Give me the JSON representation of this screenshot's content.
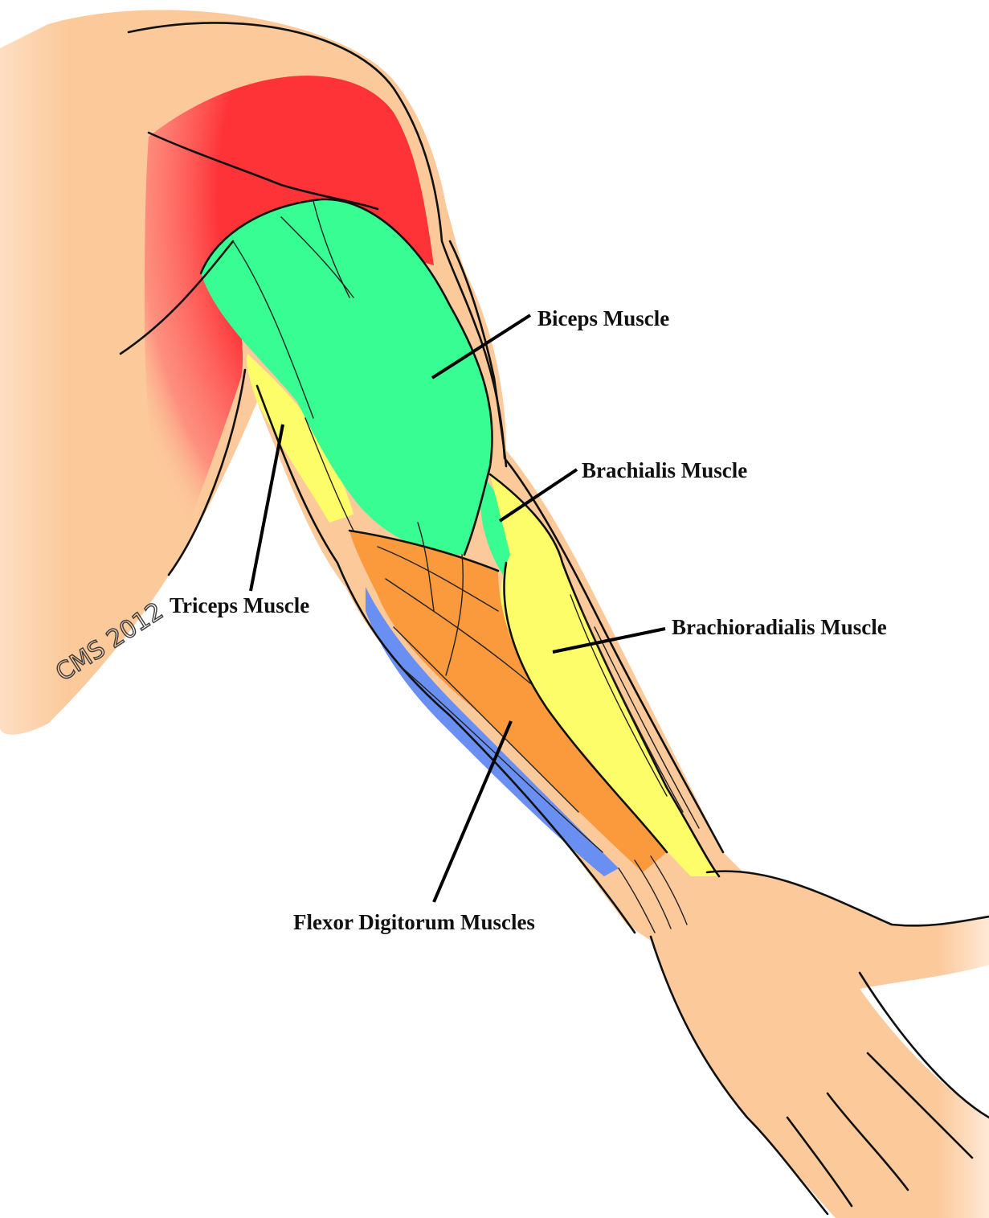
{
  "labels": {
    "biceps": "Biceps Muscle",
    "brachialis": "Brachialis Muscle",
    "brachioradialis": "Brachioradialis Muscle",
    "triceps": "Triceps Muscle",
    "flexor_digitorum": "Flexor Digitorum Muscles"
  },
  "signature": "CMS 2012",
  "colors": {
    "skin": "#fcc99b",
    "deltoid": "#fe3338",
    "biceps": "#37fd92",
    "yellow_muscle": "#fdfd6a",
    "flexor": "#fb9a3c",
    "ulnar_blue": "#6a8ff2",
    "outline": "#111111"
  }
}
